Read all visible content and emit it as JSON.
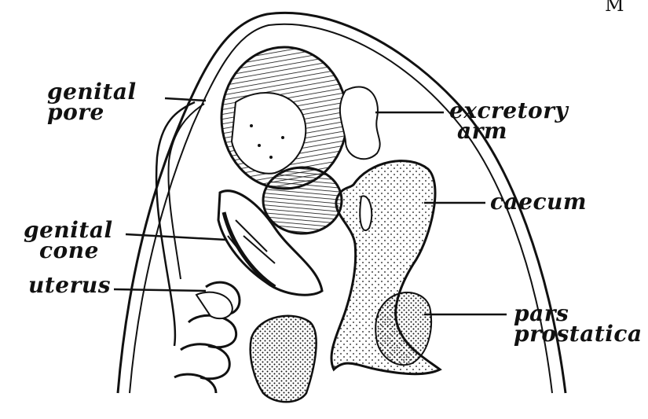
{
  "corner_mark": "M",
  "labels": {
    "genital_pore": [
      "genital",
      "pore"
    ],
    "excretory_arm": [
      "excretory",
      "arm"
    ],
    "caecum": "caecum",
    "genital_cone": [
      "genital",
      "cone"
    ],
    "uterus": "uterus",
    "pars_prostatica": [
      "pars",
      "prostatica"
    ]
  },
  "colors": {
    "ink": "#111111",
    "paper": "#ffffff"
  }
}
